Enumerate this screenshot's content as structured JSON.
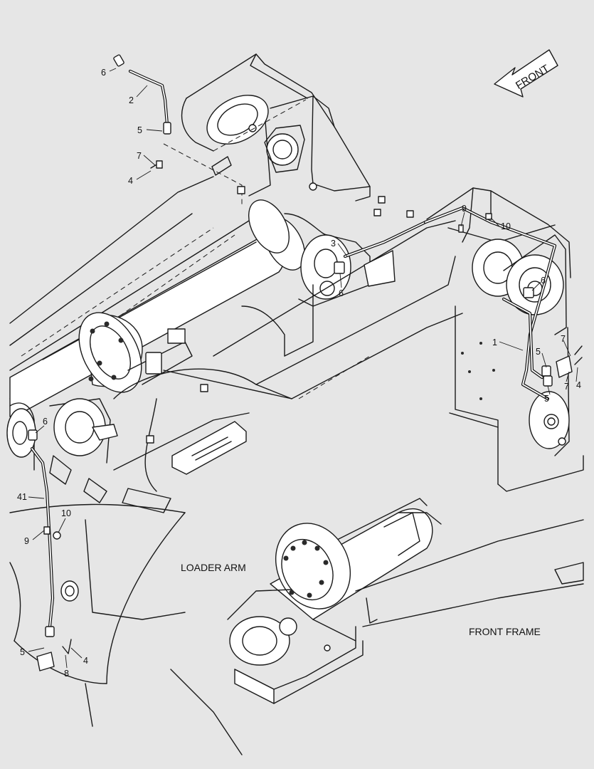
{
  "direction_arrow": {
    "label": "FRONT"
  },
  "area_labels": {
    "loader_arm": "LOADER ARM",
    "front_frame": "FRONT FRAME"
  },
  "callouts": [
    {
      "id": "c6a",
      "text": "6"
    },
    {
      "id": "c2",
      "text": "2"
    },
    {
      "id": "c5a",
      "text": "5"
    },
    {
      "id": "c7a",
      "text": "7"
    },
    {
      "id": "c4a",
      "text": "4"
    },
    {
      "id": "c9a",
      "text": "9"
    },
    {
      "id": "c10a",
      "text": "10"
    },
    {
      "id": "c3",
      "text": "3"
    },
    {
      "id": "c6b",
      "text": "6"
    },
    {
      "id": "c6c",
      "text": "6"
    },
    {
      "id": "c1",
      "text": "1"
    },
    {
      "id": "c7b",
      "text": "7"
    },
    {
      "id": "c5b",
      "text": "5"
    },
    {
      "id": "c7c",
      "text": "7"
    },
    {
      "id": "c4b",
      "text": "4"
    },
    {
      "id": "c5c",
      "text": "5"
    },
    {
      "id": "c6d",
      "text": "6"
    },
    {
      "id": "c41",
      "text": "41"
    },
    {
      "id": "c10b",
      "text": "10"
    },
    {
      "id": "c9b",
      "text": "9"
    },
    {
      "id": "c5d",
      "text": "5"
    },
    {
      "id": "c4c",
      "text": "4"
    },
    {
      "id": "c8",
      "text": "8"
    }
  ]
}
